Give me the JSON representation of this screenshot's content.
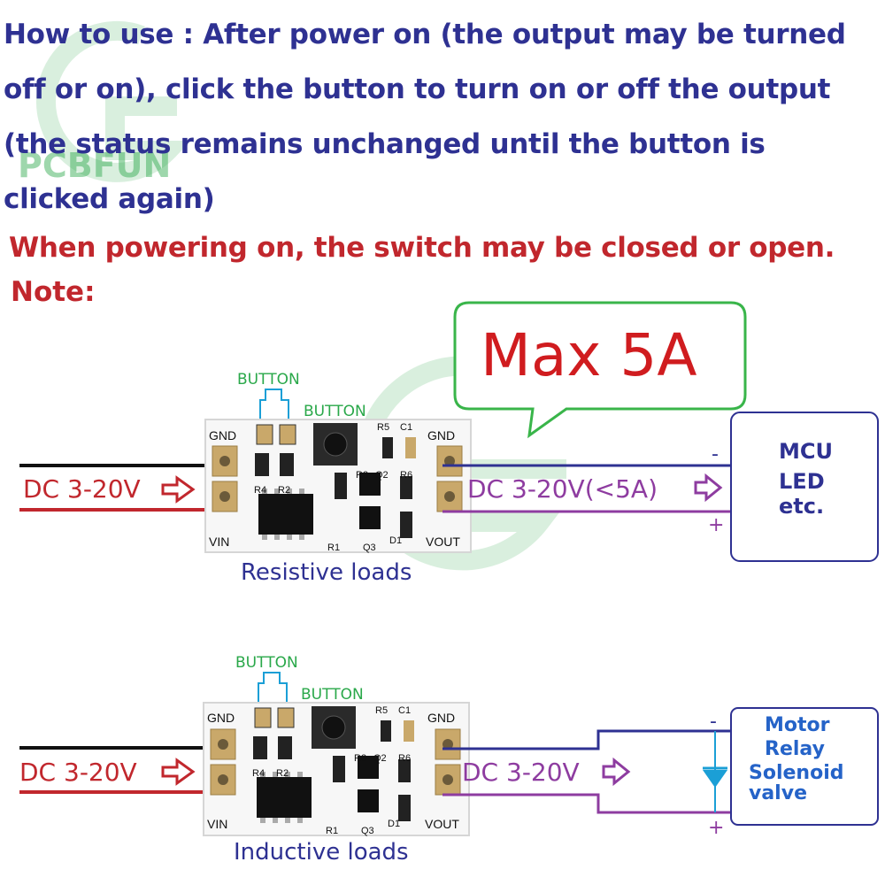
{
  "intro": {
    "lines": [
      "How to use : After power on (the output may be turned",
      "off or on), click the button to turn on or off the output",
      "(the status remains unchanged until the button is",
      "clicked again)"
    ]
  },
  "warning": "When powering on, the switch may be closed or open.",
  "note_label": "Note:",
  "max_callout": "Max 5A",
  "watermark": "PCBFUN",
  "board": {
    "gnd": "GND",
    "vin": "VIN",
    "vout": "VOUT",
    "r5": "R5",
    "c1": "C1",
    "r3": "R3",
    "q2": "Q2",
    "r6": "R6",
    "r4": "R4",
    "r2": "R2",
    "r1": "R1",
    "q3": "Q3",
    "d1": "D1"
  },
  "resistive": {
    "button_top": "BUTTON",
    "button_mid": "BUTTON",
    "input": "DC 3-20V",
    "output": "DC 3-20V(<5A)",
    "minus": "-",
    "plus": "+",
    "load_lines": [
      "MCU",
      "LED",
      "etc."
    ],
    "caption": "Resistive loads"
  },
  "inductive": {
    "button_top": "BUTTON",
    "button_mid": "BUTTON",
    "input": "DC 3-20V",
    "output": "DC 3-20V",
    "minus": "-",
    "plus": "+",
    "load_lines": [
      "Motor",
      "Relay",
      "Solenoid",
      "valve"
    ],
    "caption": "Inductive loads"
  },
  "colors": {
    "title_blue": "#2e3192",
    "warning_red": "#c1272d",
    "green": "#2aa84a",
    "callout_green": "#39b54a",
    "wire_red": "#c1272d",
    "wire_purple": "#8e3ca0",
    "wire_blue": "#2e3192",
    "diode_cyan": "#1b9fd6",
    "load_blue": "#2563c8"
  }
}
